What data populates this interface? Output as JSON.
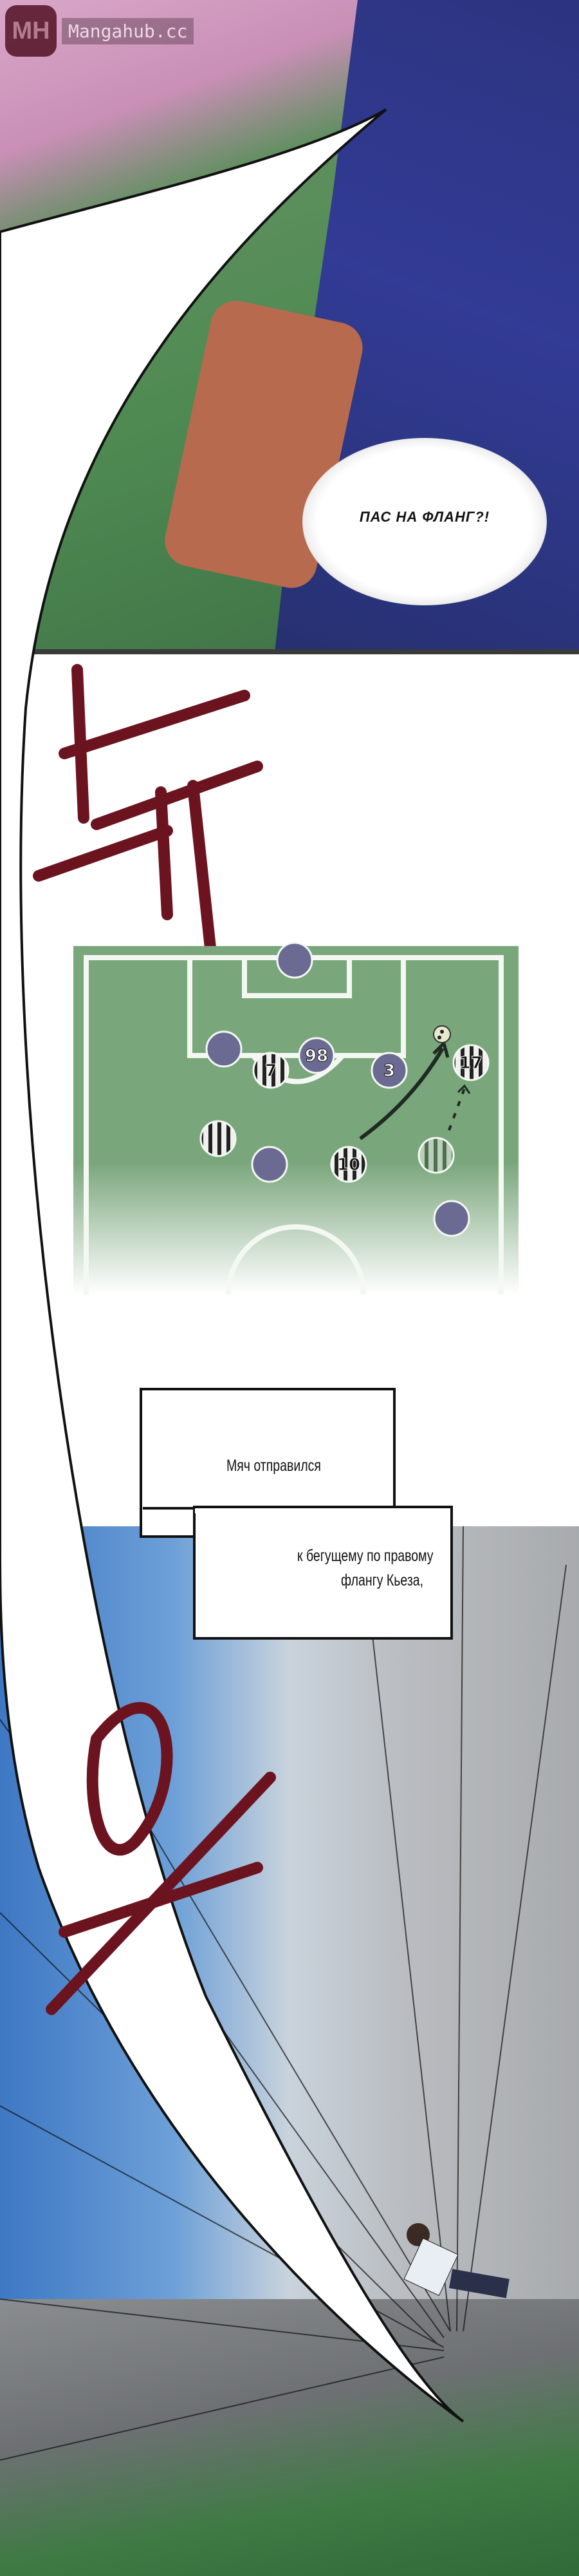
{
  "watermark": {
    "logo": "MH",
    "site": "Mangahub.cc"
  },
  "panel1": {
    "speech": "ПАС НА ФЛАНГ?!"
  },
  "captions": {
    "box1": "Мяч отправился",
    "box2_line1": "к бегущему по правому",
    "box2_line2": "флангу Кьеза,"
  },
  "diagram": {
    "players": [
      {
        "team": "opponent",
        "number": ""
      },
      {
        "team": "opponent",
        "number": ""
      },
      {
        "team": "juventus",
        "number": "7"
      },
      {
        "team": "opponent",
        "number": "98"
      },
      {
        "team": "opponent",
        "number": "3"
      },
      {
        "team": "juventus",
        "number": "17"
      },
      {
        "team": "juventus",
        "number": ""
      },
      {
        "team": "opponent",
        "number": ""
      },
      {
        "team": "juventus",
        "number": "10"
      },
      {
        "team": "juventus-ghost",
        "number": ""
      },
      {
        "team": "opponent",
        "number": ""
      }
    ],
    "colors": {
      "pitch": "#7aa67c",
      "opponent": "#6b6a93",
      "stripe": "#222222",
      "line": "#f4f8f2"
    }
  },
  "colors": {
    "sfx_red": "#6b1420",
    "caption_border": "#111111"
  }
}
